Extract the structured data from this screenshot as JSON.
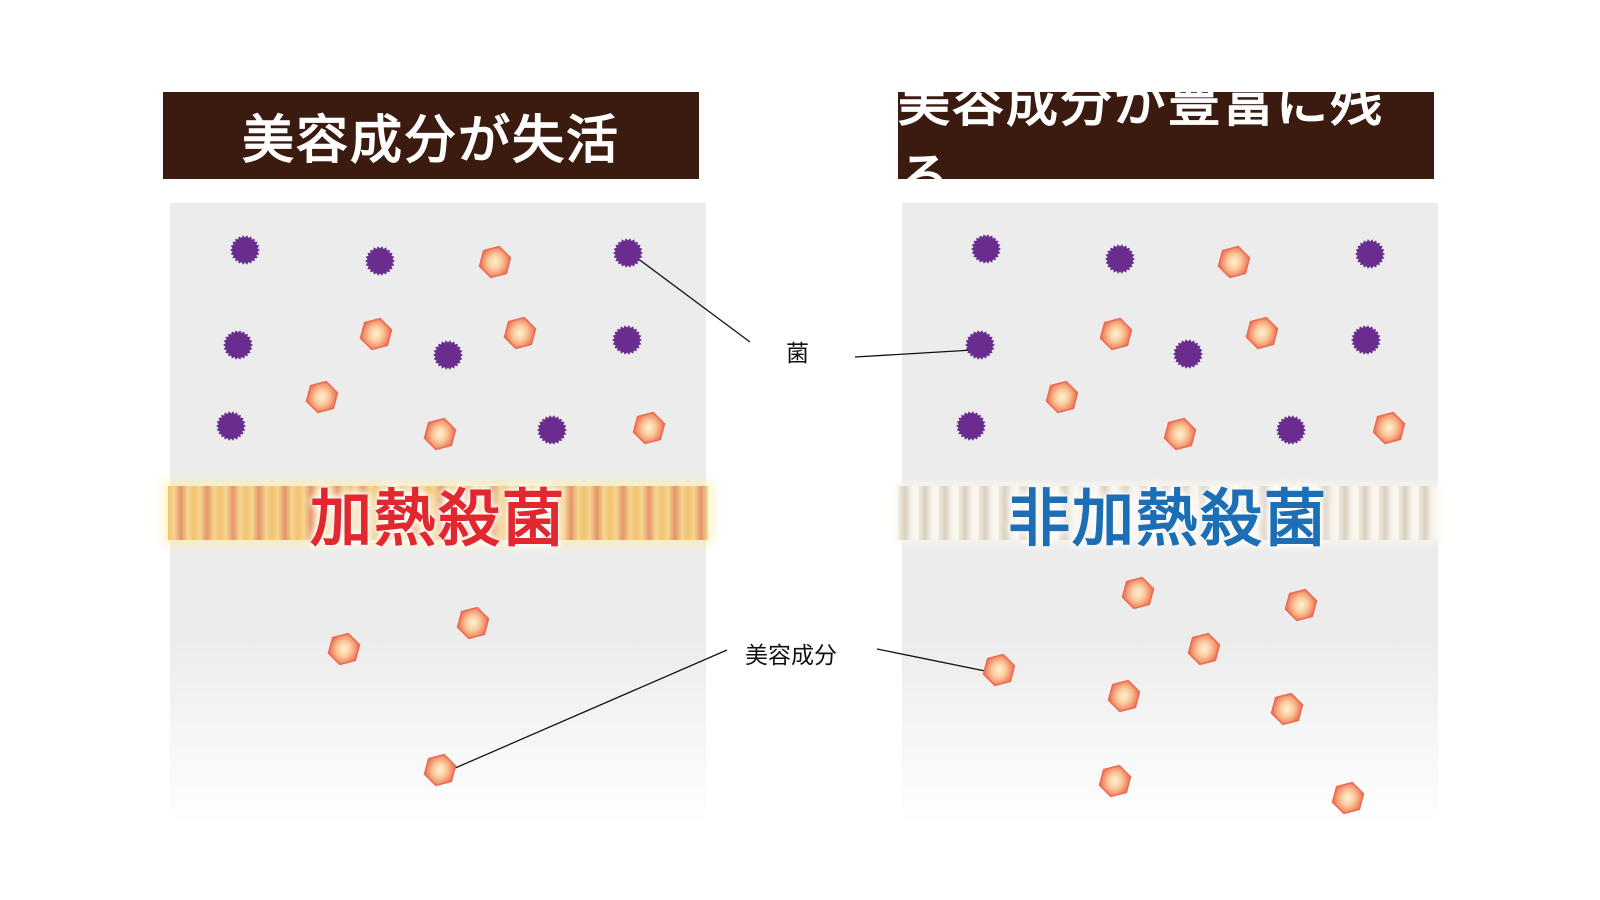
{
  "left": {
    "header": "美容成分が失活",
    "band_label": "加熱殺菌"
  },
  "right": {
    "header": "美容成分が豊富に残る",
    "band_label": "非加熱殺菌"
  },
  "callouts": {
    "bacteria": "菌",
    "ingredient": "美容成分"
  },
  "legend_icons": {
    "bacteria": "purple-spiky-circle-icon",
    "ingredient": "pink-hexagon-icon"
  },
  "colors": {
    "header_bg": "#3b1a0f",
    "heat_label": "#e0282e",
    "nonheat_label": "#1d6fb5",
    "bacteria": "#6a2d8f",
    "ingredient_center": "#fde3b8",
    "ingredient_edge": "#ec6a4f"
  }
}
